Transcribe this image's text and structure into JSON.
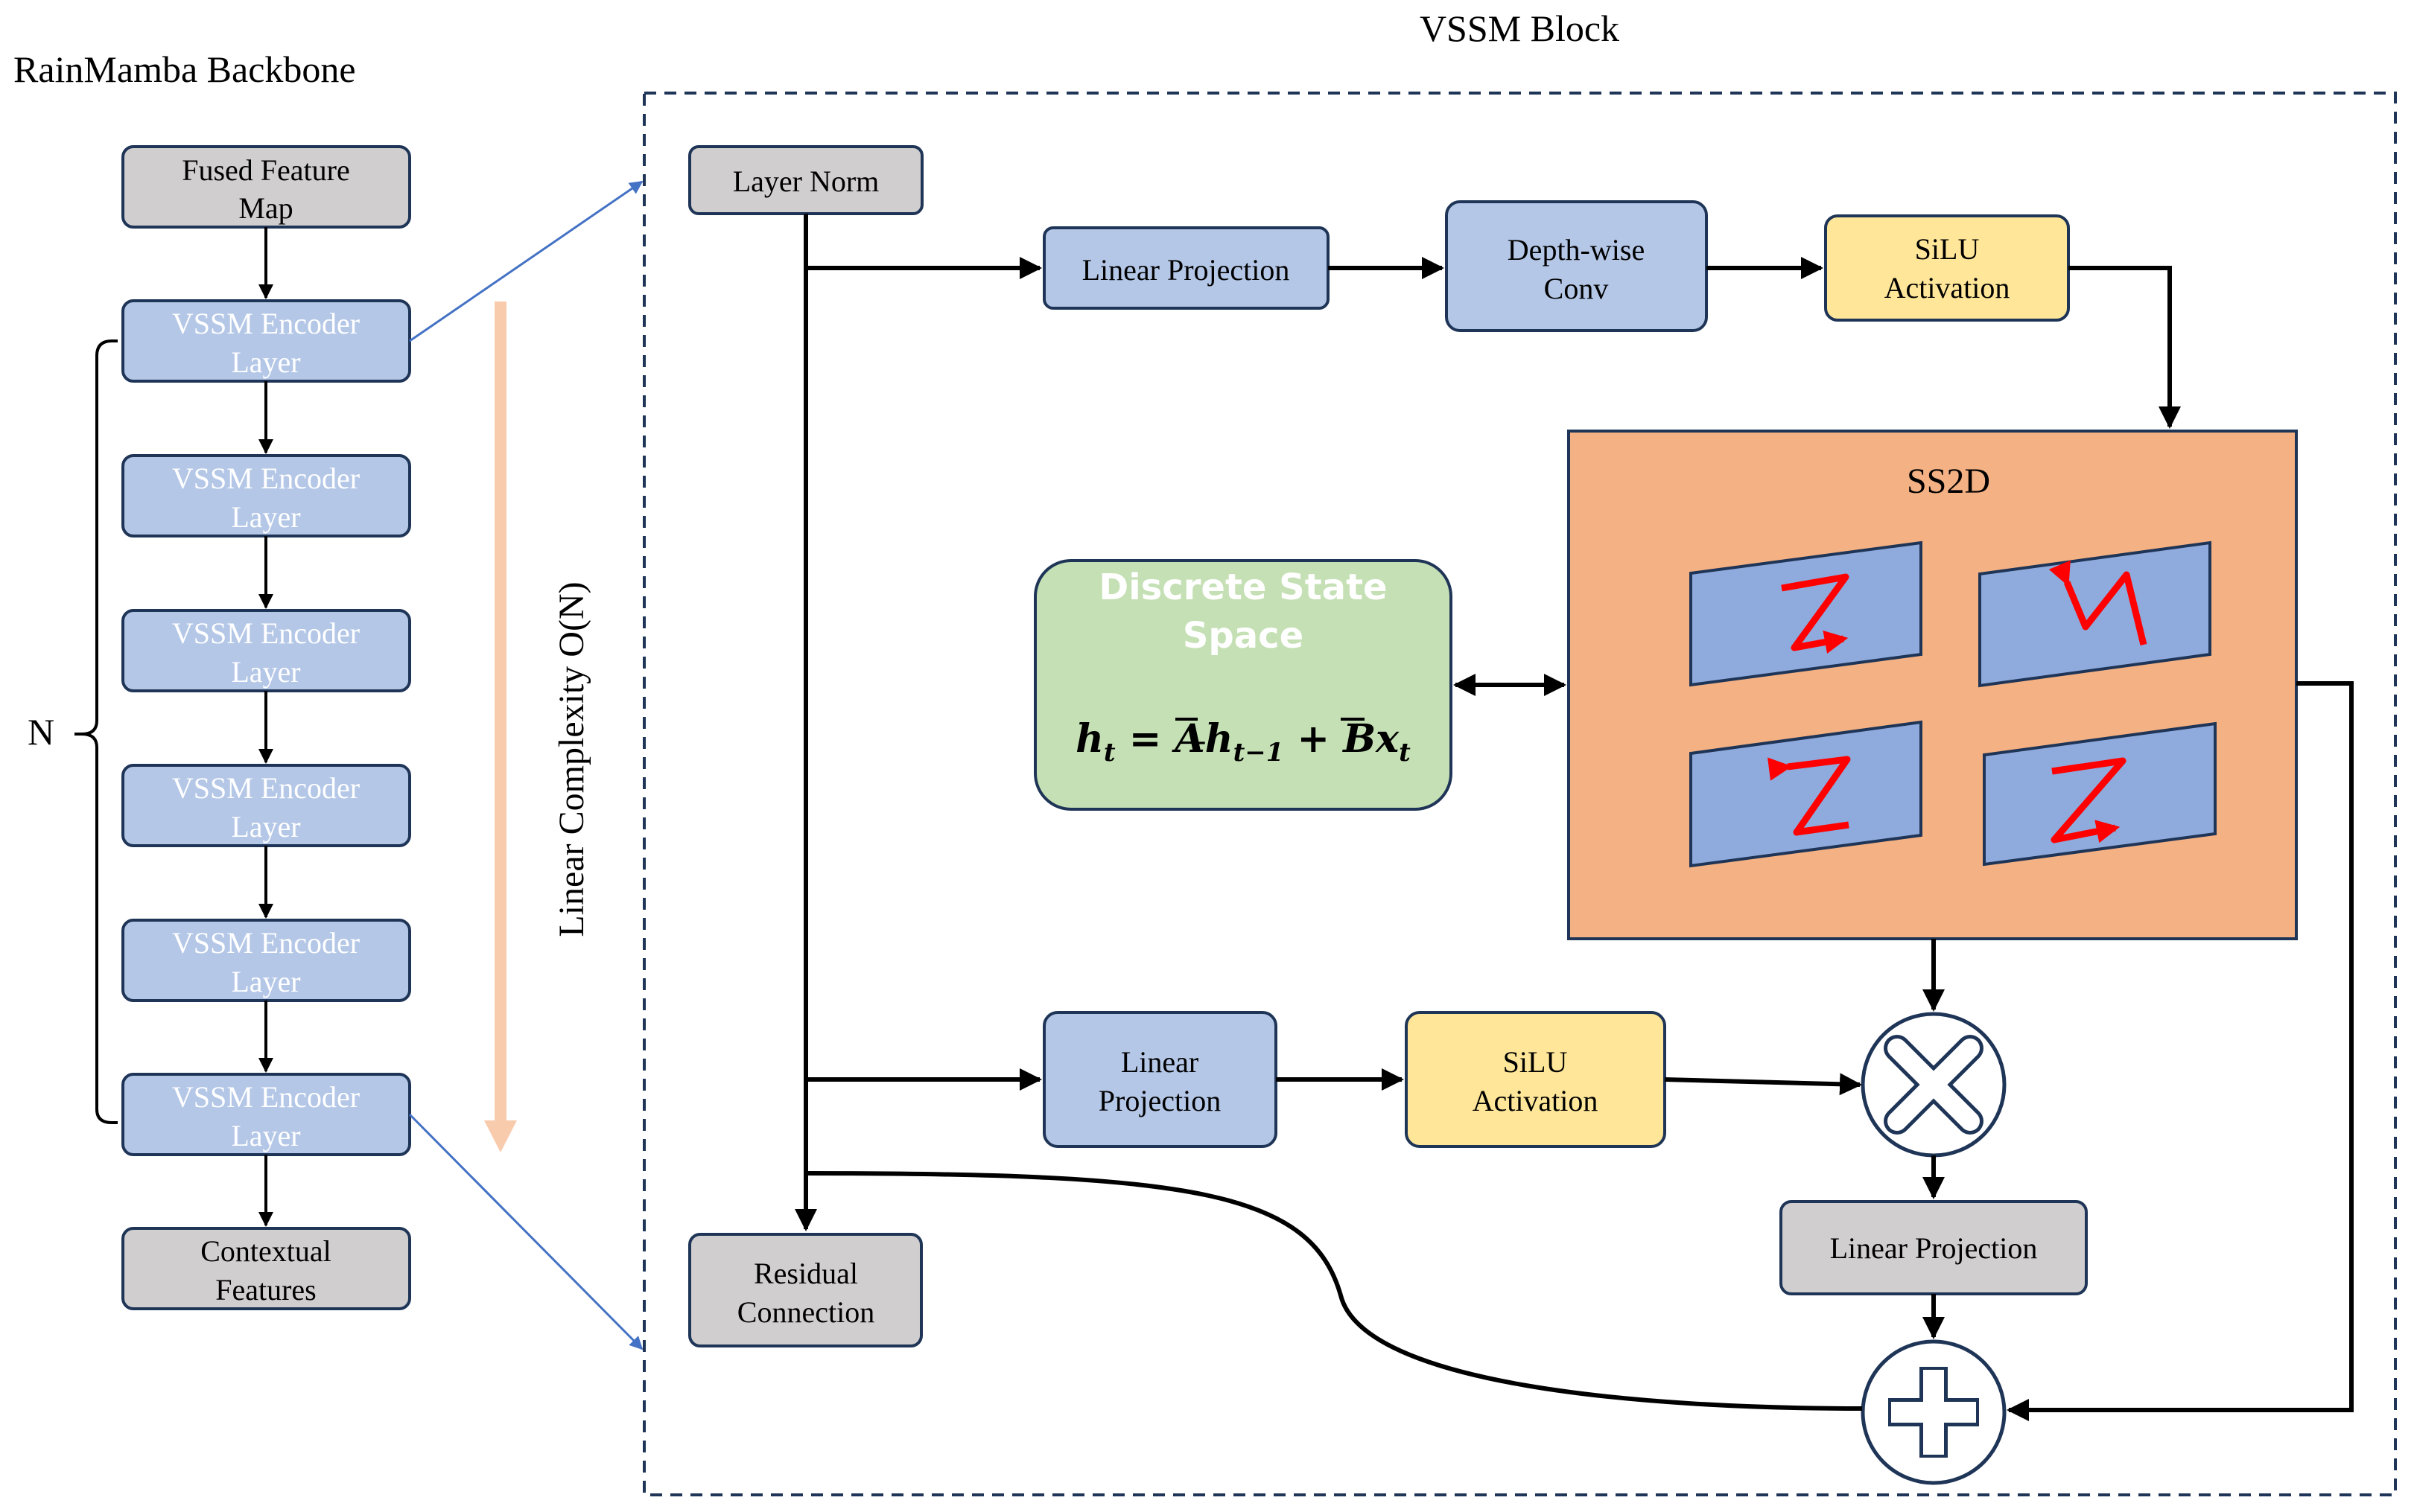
{
  "backbone": {
    "title": "RainMamba Backbone",
    "input_line1": "Fused Feature",
    "input_line2": "Map",
    "encoder_line1": "VSSM Encoder",
    "encoder_line2": "Layer",
    "output_line1": "Contextual",
    "output_line2": "Features",
    "repeat_label": "N",
    "complexity_label": "Linear Complexity O(N)"
  },
  "vssm": {
    "title": "VSSM Block",
    "layer_norm": "Layer Norm",
    "linear_projection": "Linear Projection",
    "dwconv_line1": "Depth-wise",
    "dwconv_line2": "Conv",
    "silu_line1": "SiLU",
    "silu_line2": "Activation",
    "ss2d": "SS2D",
    "dss_line1": "Discrete State",
    "dss_line2": "Space",
    "linear_line1": "Linear",
    "linear_line2": "Projection",
    "residual_line1": "Residual",
    "residual_line2": "Connection"
  },
  "colors": {
    "gray_box": "#D0CECE",
    "blue_box": "#B4C7E7",
    "yellow_box": "#FFE699",
    "ss2d_fill": "#F4B183",
    "green_box": "#C5E0B4",
    "panel_fill": "#8FAADC",
    "scan_arrow": "#FF0000",
    "border_dark": "#1F3557",
    "connector_blue": "#4472C4",
    "orange_arrow": "#F8CBAD"
  }
}
